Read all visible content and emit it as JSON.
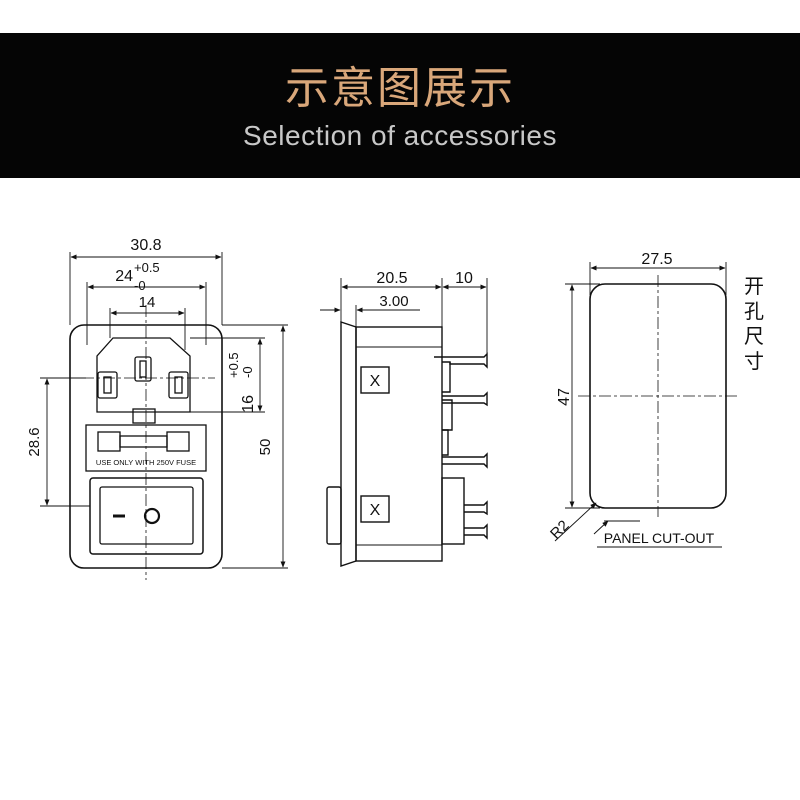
{
  "banner": {
    "title": "示意图展示",
    "subtitle": "Selection of accessories"
  },
  "front_view": {
    "dim_width_total": "30.8",
    "dim_width_socket": "24",
    "dim_width_socket_tol_plus": "+0.5",
    "dim_width_socket_tol_minus": "-0",
    "dim_width_inner": "14",
    "dim_height_socket": "16",
    "dim_height_socket_tol_plus": "+0.5",
    "dim_height_socket_tol_minus": "-0",
    "dim_height_lower": "28.6",
    "dim_height_total": "50",
    "fuse_label": "USE ONLY WITH 250V FUSE",
    "switch_off_symbol": "O"
  },
  "side_view": {
    "dim_depth": "20.5",
    "dim_flange": "3.00",
    "dim_terminal": "10",
    "marker": "X"
  },
  "cutout_view": {
    "dim_width": "27.5",
    "dim_height": "47",
    "dim_radius": "R2",
    "label": "PANEL CUT-OUT",
    "cn_label": [
      "开",
      "孔",
      "尺",
      "寸"
    ]
  },
  "colors": {
    "banner_bg": "#050505",
    "banner_title": "#d9a77a",
    "banner_subtitle": "#c8c8c8",
    "line": "#111111"
  }
}
